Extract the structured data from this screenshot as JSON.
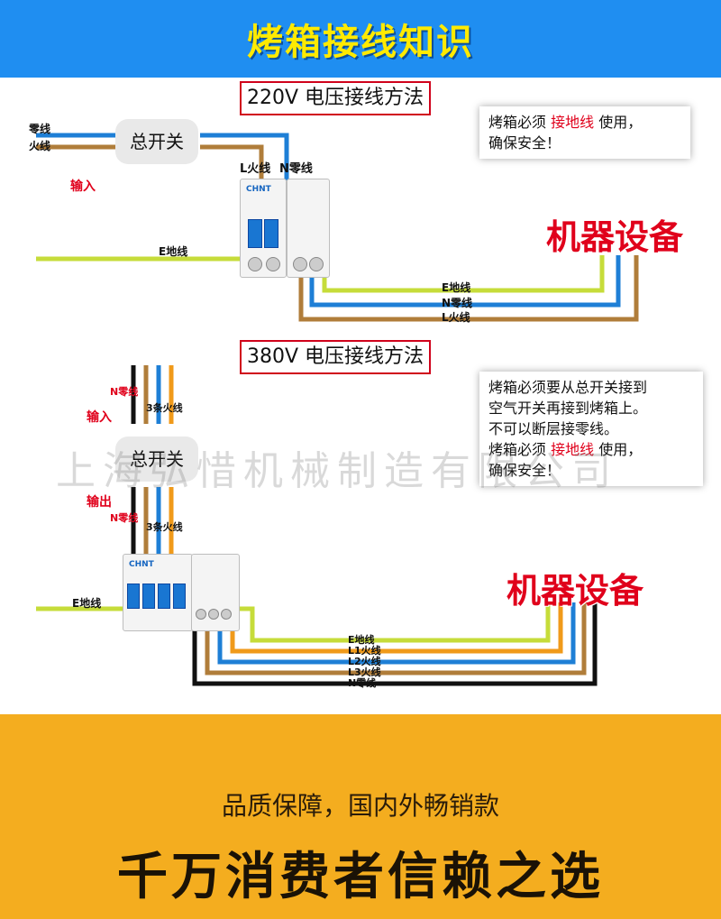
{
  "banner": {
    "title": "烤箱接线知识"
  },
  "section220": {
    "title": "220V 电压接线方法",
    "in_neutral": "零线",
    "in_live": "火线",
    "input": "输入",
    "main_switch": "总开关",
    "l_live": "L火线",
    "n_neutral": "N零线",
    "earth": "E地线",
    "out_earth": "E地线",
    "out_neutral": "N零线",
    "out_live": "L火线",
    "device": "机器设备",
    "note_prefix": "烤箱必须",
    "note_highlight": "接地线",
    "note_suffix": "使用，",
    "note_line2": "确保安全！"
  },
  "section380": {
    "title": "380V 电压接线方法",
    "in_n": "N零线",
    "input": "输入",
    "in_3live": "3条火线",
    "main_switch": "总开关",
    "output": "输出",
    "out_n": "N零线",
    "out_3live": "3条火线",
    "earth": "E地线",
    "out_earth": "E地线",
    "out_l1": "L1火线",
    "out_l2": "L2火线",
    "out_l3": "L3火线",
    "out_n2": "N零线",
    "device": "机器设备",
    "note_line1": "烤箱必须要从总开关接到",
    "note_line2": "空气开关再接到烤箱上。",
    "note_line3": "不可以断层接零线。",
    "note_prefix": "烤箱必须",
    "note_highlight": "接地线",
    "note_suffix": "使用，",
    "note_line5": "确保安全！"
  },
  "watermark": "上海弘惜机械制造有限公司",
  "footer": {
    "sub": "品质保障，国内外畅销款",
    "main": "千万消费者信赖之选"
  },
  "colors": {
    "banner": "#1f8ef1",
    "title_text": "#ffea00",
    "footer": "#f4ad1f",
    "live_wire": "#b07d3a",
    "neutral_wire": "#1e7fd6",
    "earth_wire": "#c6dc3a",
    "l2_wire": "#f09a1a",
    "n_wire_380": "#111111",
    "highlight": "#e0001b"
  }
}
